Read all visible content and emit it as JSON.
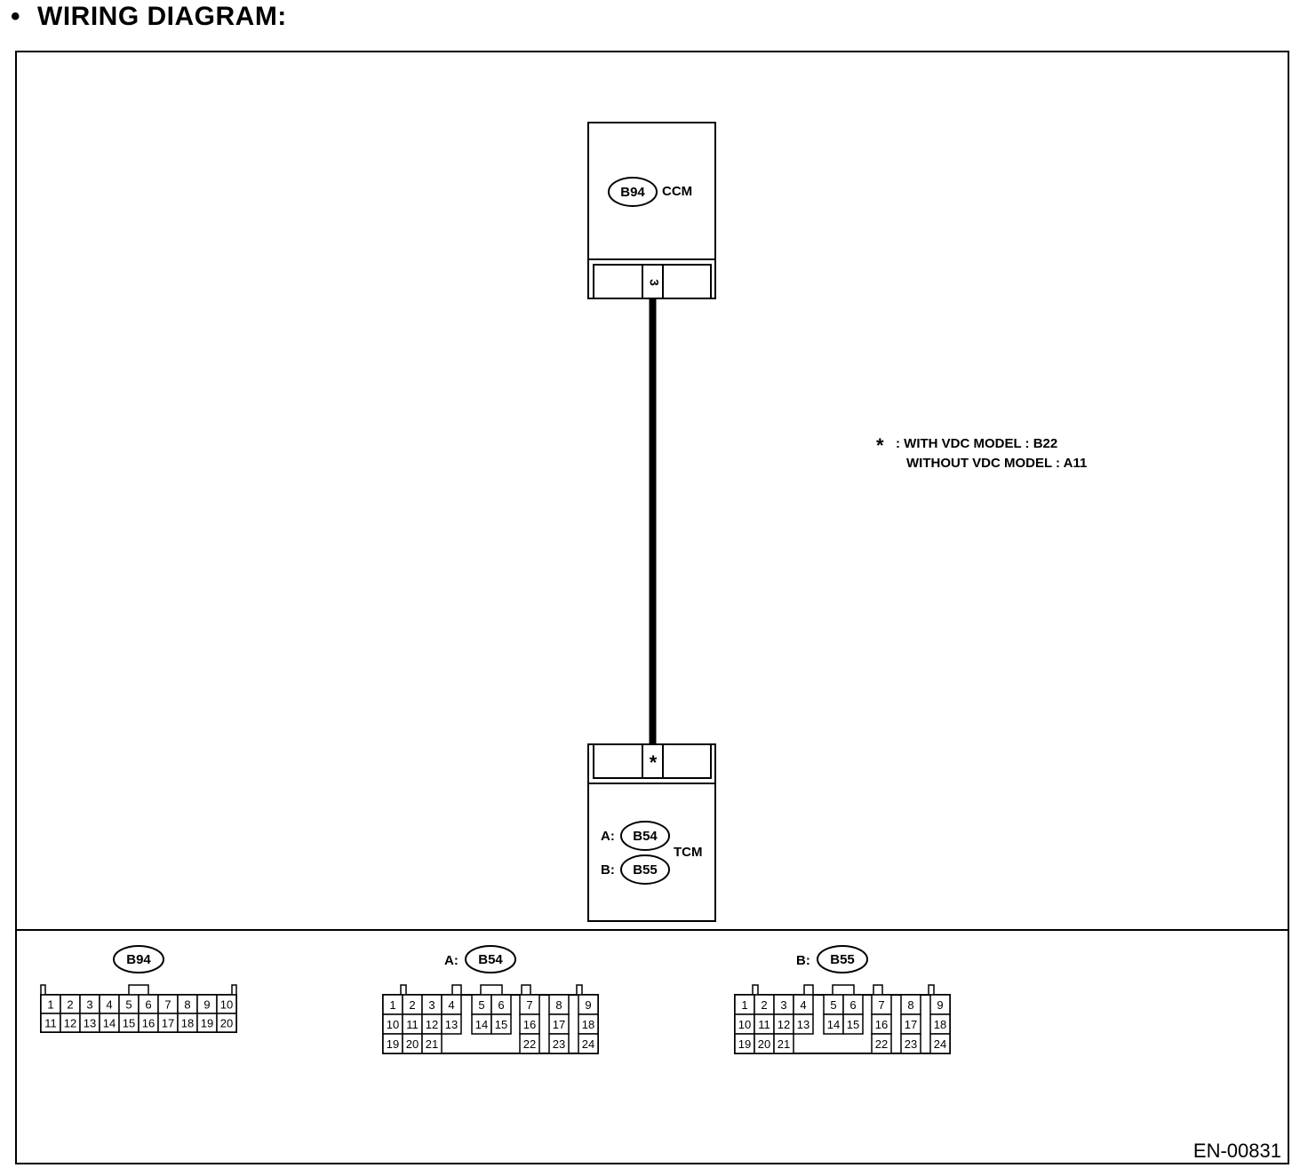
{
  "page": {
    "heading": "WIRING DIAGRAM:",
    "bullet": "•",
    "figure_code": "EN-00831"
  },
  "ccm": {
    "connector": "B94",
    "name": "CCM",
    "terminal": "3"
  },
  "tcm": {
    "connector_a_prefix": "A:",
    "connector_a": "B54",
    "connector_b_prefix": "B:",
    "connector_b": "B55",
    "name": "TCM",
    "terminal": "*"
  },
  "note": {
    "symbol": "*",
    "line1": ": WITH VDC MODEL : B22",
    "line2": "WITHOUT VDC MODEL : A11"
  },
  "connector_views": {
    "b94": {
      "label": "B94",
      "row1": [
        "1",
        "2",
        "3",
        "4",
        "5",
        "6",
        "7",
        "8",
        "9",
        "10"
      ],
      "row2": [
        "11",
        "12",
        "13",
        "14",
        "15",
        "16",
        "17",
        "18",
        "19",
        "20"
      ]
    },
    "b54": {
      "prefix": "A:",
      "label": "B54",
      "pins": [
        "1",
        "2",
        "3",
        "4",
        "5",
        "6",
        "7",
        "8",
        "9",
        "10",
        "11",
        "12",
        "13",
        "14",
        "15",
        "16",
        "17",
        "18",
        "19",
        "20",
        "21",
        "22",
        "23",
        "24"
      ]
    },
    "b55": {
      "prefix": "B:",
      "label": "B55",
      "pins": [
        "1",
        "2",
        "3",
        "4",
        "5",
        "6",
        "7",
        "8",
        "9",
        "10",
        "11",
        "12",
        "13",
        "14",
        "15",
        "16",
        "17",
        "18",
        "19",
        "20",
        "21",
        "22",
        "23",
        "24"
      ]
    }
  }
}
